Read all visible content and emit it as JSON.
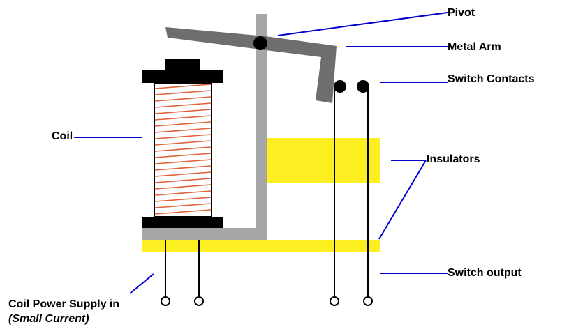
{
  "labels": {
    "pivot": "Pivot",
    "metal_arm": "Metal Arm",
    "switch_contacts": "Switch Contacts",
    "coil": "Coil",
    "insulators": "Insulators",
    "switch_output": "Switch output",
    "coil_power_supply": "Coil Power Supply in",
    "small_current": "(Small Current)"
  },
  "colors": {
    "insulator": "#fcee21",
    "frame": "#a6a6a6",
    "arm": "#6e6e6e",
    "coil_winding": "#e0623a",
    "leader_line": "#0000cc",
    "bobbin": "#000000"
  }
}
